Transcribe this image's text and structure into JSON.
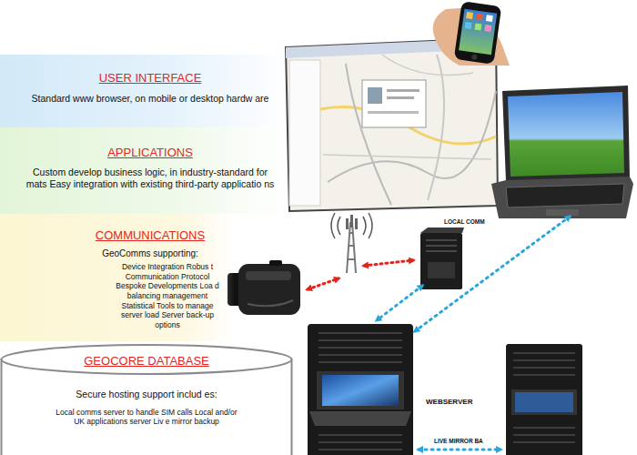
{
  "diagram": {
    "nodes": [
      {
        "text": [
          "USER INTERFACE",
          "Standard www browser, on mobile or desktop hardw are"
        ]
      },
      {
        "text": [
          "APPLICATIONS",
          "Custom develop business logic, in industry-standard for mats Easy integration with existing third-party applicatio ns"
        ]
      },
      {
        "text": [
          "COMMUNICATIONS",
          "GeoComms supporting:",
          "Device Integration Robus t Communication Protocol Bespoke Developments Loa d balancing management Statistical Tools to manage server load Server back-up options"
        ]
      },
      {
        "text": [
          "GEOCORE DATABASE",
          "Secure hosting support includ es:",
          "Local comms server to handle SIM calls Local and/or UK applications server Liv e mirror backup"
        ]
      }
    ],
    "labels": [
      "LOCAL COMM",
      "WEBSERVER",
      "LIVE MIRROR BA"
    ]
  }
}
